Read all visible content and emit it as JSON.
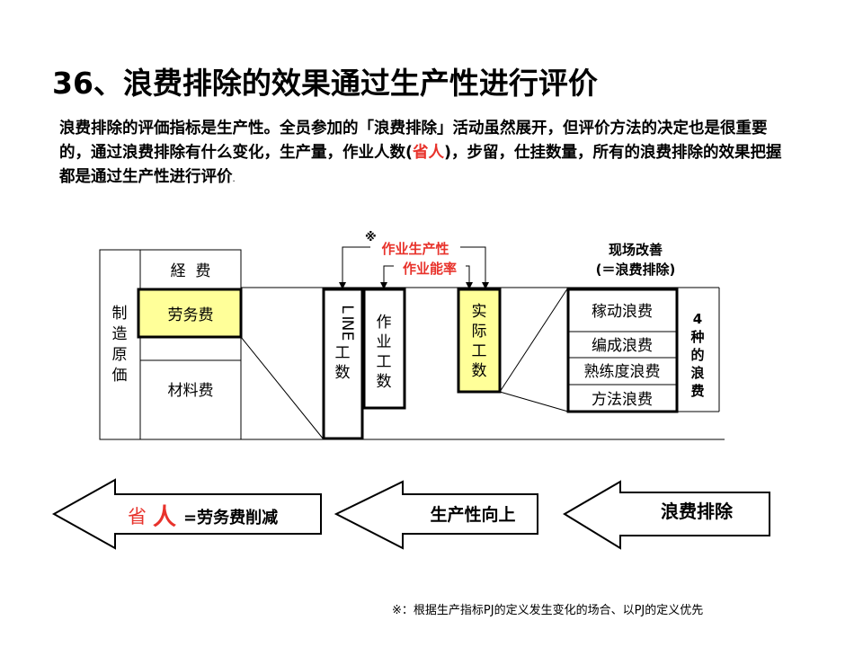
{
  "title": "36、浪费排除的效果通过生产性进行评价",
  "intro": {
    "p1": "浪费排除的评価指标是生产性。全员参加的「浪费排除」活动虽然展开，但评价方法的决定也是很重要的，通过浪费排除有什么变化，生产量，作业人数(",
    "highlight": "省人",
    "p2": ")，步留，仕挂数量，所有的浪费排除的效果把握都是通过生产性进行评价",
    "end": "."
  },
  "diagram": {
    "cost_label": [
      "制",
      "造",
      "原",
      "価"
    ],
    "expense": "経  费",
    "labor_cost": "劳务费",
    "material_cost": "材料费",
    "line_hours": [
      "L",
      "I",
      "N",
      "E",
      "工",
      "数"
    ],
    "work_hours": [
      "作",
      "业",
      "工",
      "数"
    ],
    "actual_hours": [
      "实",
      "际",
      "工",
      "数"
    ],
    "asterisk": "※",
    "work_productivity": "作业生产性",
    "work_efficiency": "作业能率",
    "kaizen_title": "现场改善",
    "kaizen_sub": "(＝浪费排除)",
    "waste_items": [
      "稼动浪费",
      "编成浪费",
      "熟练度浪费",
      "方法浪费"
    ],
    "four_waste": [
      "4",
      "种",
      "的",
      "浪",
      "费"
    ]
  },
  "arrows": {
    "left_red1": "省",
    "left_red2": "人",
    "left_black": "=劳务费削减",
    "middle": "生产性向上",
    "right": "浪费排除"
  },
  "footnote": "※：根据生产指标PJ的定义发生变化的场合、以PJ的定义优先",
  "colors": {
    "highlight_fill": "#ffff99",
    "red": "#e8322b"
  }
}
